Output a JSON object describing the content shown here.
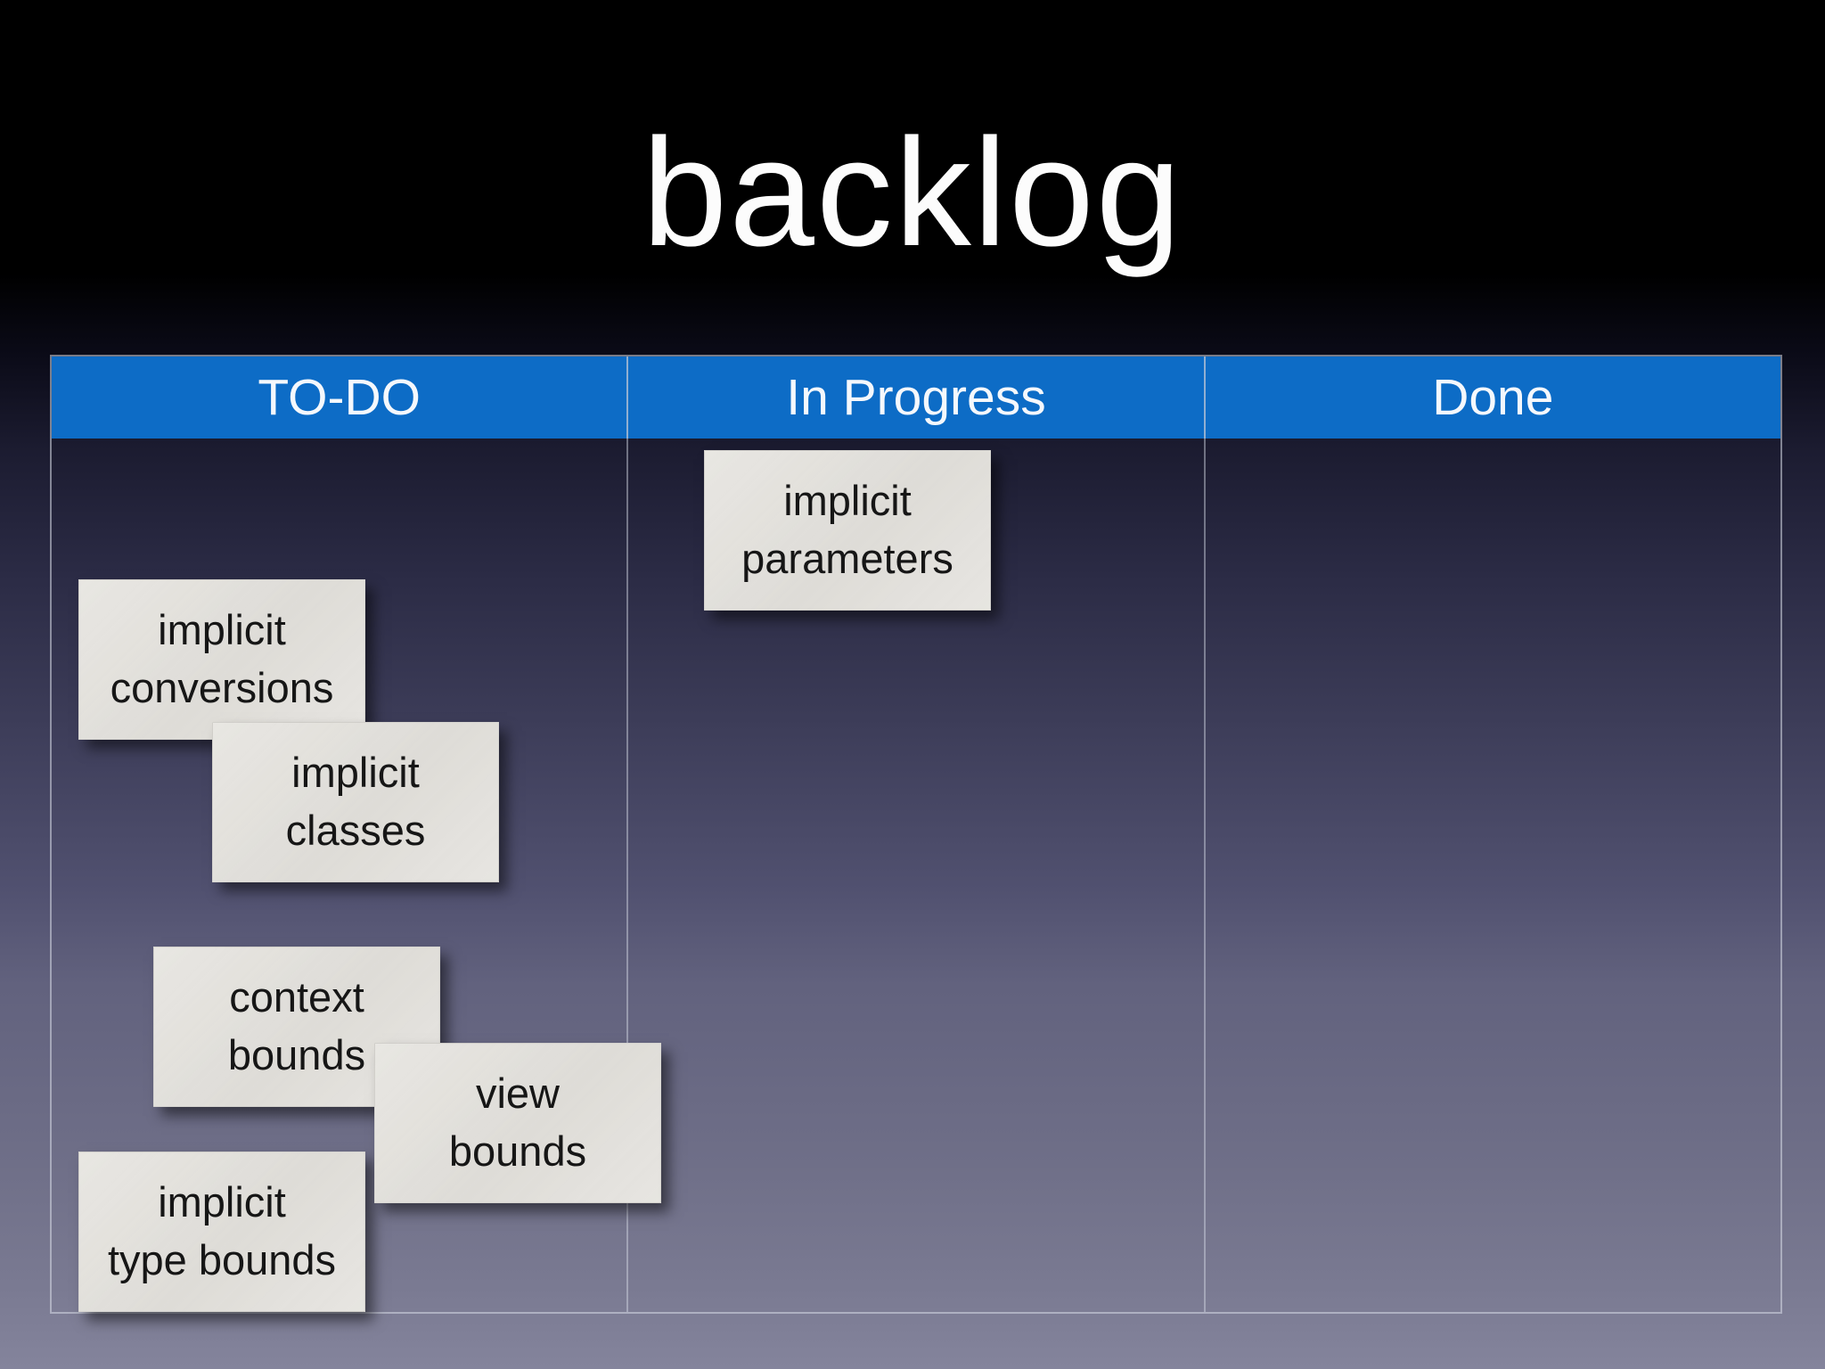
{
  "title": "backlog",
  "colors": {
    "header_blue": "#0d6cc6",
    "card_paper": "#e6e4df",
    "title_text": "#fcfcfc",
    "background_top": "#000000",
    "background_bottom": "#84849c"
  },
  "board": {
    "columns": [
      {
        "header": "TO-DO",
        "cards": [
          {
            "label": "implicit\nconversions"
          },
          {
            "label": "implicit\nclasses"
          },
          {
            "label": "context\nbounds"
          },
          {
            "label": "view\nbounds"
          },
          {
            "label": "implicit\ntype bounds"
          }
        ]
      },
      {
        "header": "In Progress",
        "cards": [
          {
            "label": "implicit\nparameters"
          }
        ]
      },
      {
        "header": "Done",
        "cards": []
      }
    ]
  }
}
